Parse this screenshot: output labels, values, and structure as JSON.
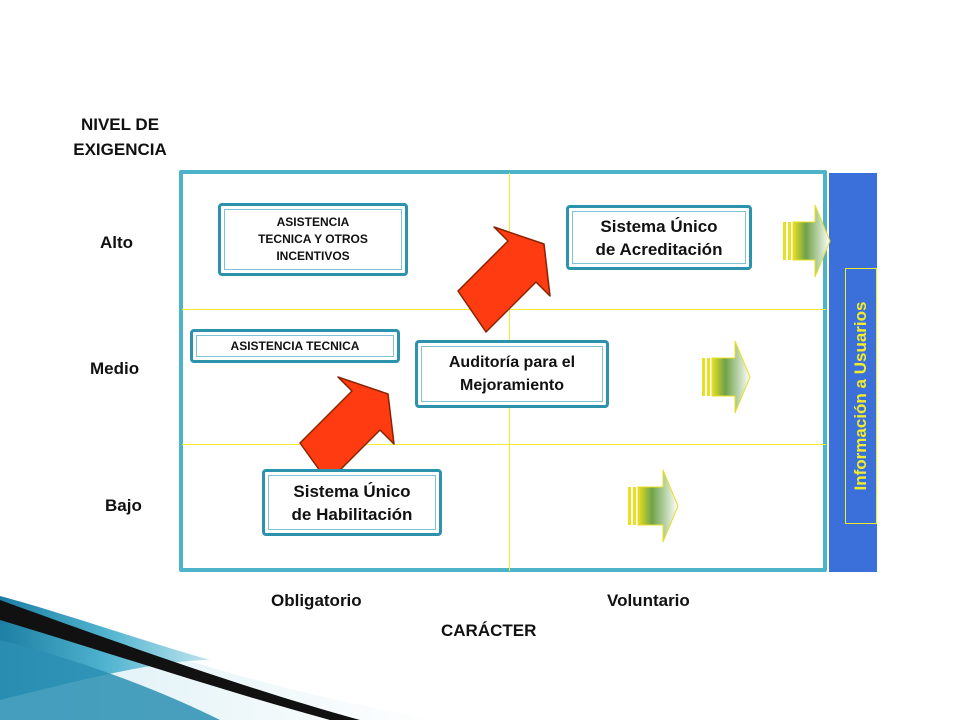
{
  "y_axis": {
    "title": "NIVEL DE\nEXIGENCIA",
    "levels": [
      "Alto",
      "Medio",
      "Bajo"
    ]
  },
  "x_axis": {
    "title": "CARÁCTER",
    "categories": [
      "Obligatorio",
      "Voluntario"
    ]
  },
  "boxes": {
    "asistencia_tecnica_otros": "ASISTENCIA\nTECNICA Y OTROS\nINCENTIVOS",
    "asistencia_tecnica": "ASISTENCIA TECNICA",
    "sistema_acreditacion": "Sistema Único\nde Acreditación",
    "auditoria": "Auditoría para el\nMejoramiento",
    "sistema_habilitacion": "Sistema Único\nde Habilitación"
  },
  "side_panel": {
    "label": "Información a Usuarios"
  },
  "colors": {
    "grid_border": "#4db3c9",
    "box_border": "#2d93ad",
    "grid_lines": "#f2ec2a",
    "side_panel": "#3b6fd9",
    "side_text": "#f2ec2a",
    "arrow_red": "#ff3b12",
    "arrow_gradient_start": "#f2ec2a",
    "arrow_gradient_end": "#ffffff"
  }
}
